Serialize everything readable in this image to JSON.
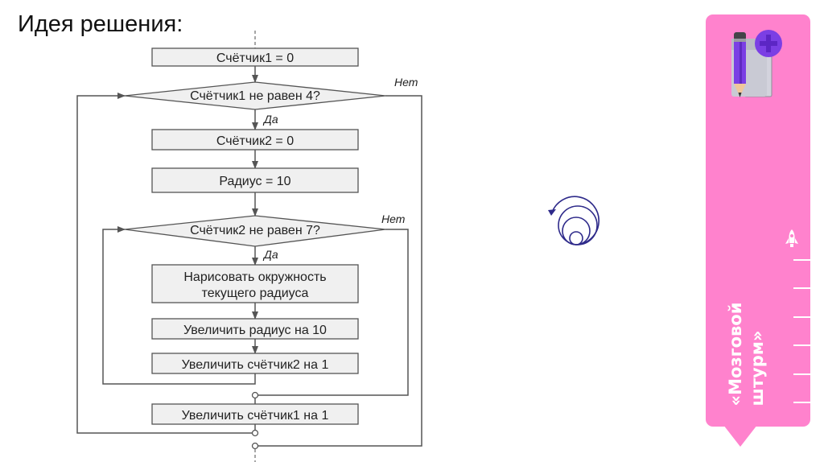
{
  "slide": {
    "title": "Идея решения:"
  },
  "flowchart": {
    "blocks": {
      "init_counter1": "Счётчик1 = 0",
      "cond_counter1": "Счётчик1 не равен 4?",
      "init_counter2": "Счётчик2 = 0",
      "init_radius": "Радиус = 10",
      "cond_counter2": "Счётчик2 не равен 7?",
      "draw_circle_line1": "Нарисовать окружность",
      "draw_circle_line2": "текущего радиуса",
      "inc_radius": "Увеличить радиус на 10",
      "inc_counter2": "Увеличить счётчик2 на 1",
      "inc_counter1": "Увеличить счётчик1 на 1"
    },
    "labels": {
      "yes": "Да",
      "no": "Нет"
    },
    "colors": {
      "box_fill": "#f0f0f0",
      "stroke": "#555555"
    }
  },
  "illustration": {
    "icon": "concentric-circles-spiral-icon",
    "color": "#2e2a8a"
  },
  "side_panel": {
    "caption_line1": "«Мозговой",
    "caption_line2": "штурм»",
    "icon": "notebook-pencil-plus-icon",
    "secondary_icon": "rocket-icon",
    "color": "#ff82cd"
  }
}
